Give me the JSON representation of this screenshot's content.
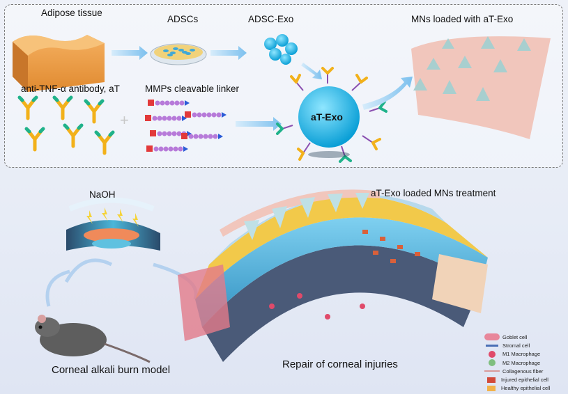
{
  "top_panel": {
    "adipose_tissue": "Adipose tissue",
    "adscs": "ADSCs",
    "adsc_exo": "ADSC-Exo",
    "mns_loaded": "MNs loaded with aT-Exo",
    "antibody": "anti-TNF-α antibody, aT",
    "linker": "MMPs cleavable linker",
    "at_exo": "aT-Exo",
    "plus": "+"
  },
  "bottom_panel": {
    "naoh": "NaOH",
    "treatment": "aT-Exo loaded MNs treatment",
    "burn_model": "Corneal alkali burn model",
    "repair": "Repair of corneal injuries"
  },
  "legend": [
    {
      "label": "Goblet cell",
      "color": "#e8879b"
    },
    {
      "label": "Stromal cell",
      "color": "#4a6fb5"
    },
    {
      "label": "M1 Macrophage",
      "color": "#e04a6a"
    },
    {
      "label": "M2 Macrophage",
      "color": "#7fbf7f"
    },
    {
      "label": "Collagenous fiber",
      "color": "#d99a9a"
    },
    {
      "label": "Injured epithelial cell",
      "color": "#d24a3a"
    },
    {
      "label": "Healthy epithelial cell",
      "color": "#f2b24a"
    }
  ]
}
